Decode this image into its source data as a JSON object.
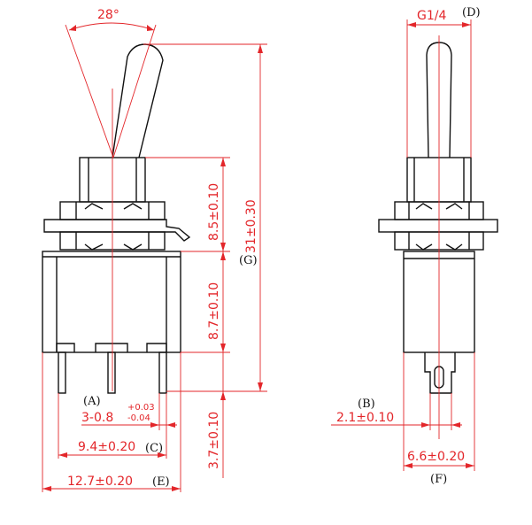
{
  "dimensions": {
    "angle": "28°",
    "thread": "G1/4",
    "bushing": "8.5±0.10",
    "overall": "31±0.30",
    "body": "8.7±0.10",
    "terminal_len": "3.7±0.10",
    "terminal_w": "3-0.8",
    "terminal_tol_plus": "+0.03",
    "terminal_tol_minus": "-0.04",
    "pitch_outer": "9.4±0.20",
    "width_front": "12.7±0.20",
    "term_side": "2.1±0.10",
    "width_side": "6.6±0.20"
  },
  "labels": {
    "a": "(A)",
    "b": "(B)",
    "c": "(C)",
    "d": "(D)",
    "e": "(E)",
    "f": "(F)",
    "g": "(G)"
  },
  "colors": {
    "outline": "#111111",
    "dimension": "#e3262a"
  }
}
